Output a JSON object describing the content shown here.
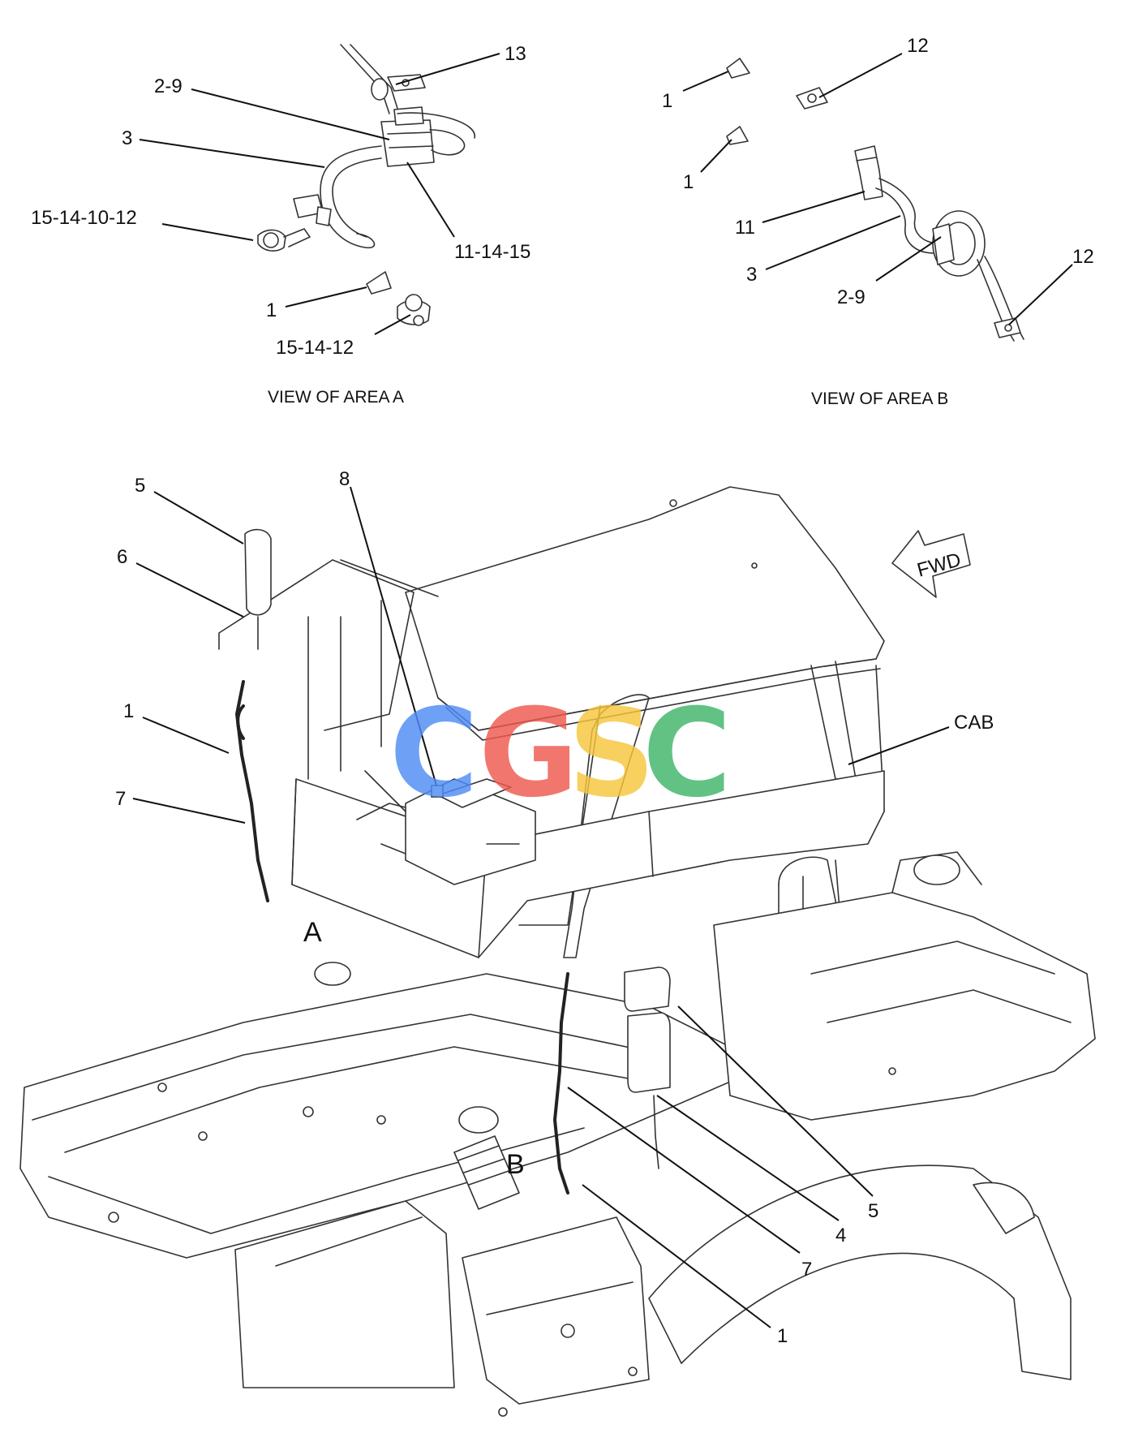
{
  "views": {
    "area_a": {
      "caption": "VIEW OF AREA  A"
    },
    "area_b": {
      "caption": "VIEW OF AREA  B"
    }
  },
  "callouts": {
    "a_13": "13",
    "a_2_9": "2-9",
    "a_3": "3",
    "a_15_14_10_12": "15-14-10-12",
    "a_11_14_15": "11-14-15",
    "a_1": "1",
    "a_15_14_12": "15-14-12",
    "b_12_top": "12",
    "b_1_top": "1",
    "b_1_mid": "1",
    "b_11": "11",
    "b_3": "3",
    "b_2_9": "2-9",
    "b_12_bottom": "12",
    "m_5_left": "5",
    "m_6": "6",
    "m_8": "8",
    "m_1_left": "1",
    "m_7_left": "7",
    "m_cab": "CAB",
    "m_5_right": "5",
    "m_4": "4",
    "m_7_right": "7",
    "m_1_bottom": "1"
  },
  "area_markers": {
    "a": "A",
    "b": "B"
  },
  "fwd_arrow": {
    "label": "FWD"
  },
  "watermark": {
    "letters": [
      "C",
      "G",
      "S",
      "C"
    ],
    "colors": [
      "#4f8df5",
      "#ee5a4f",
      "#f6c63c",
      "#3fb56a"
    ]
  }
}
